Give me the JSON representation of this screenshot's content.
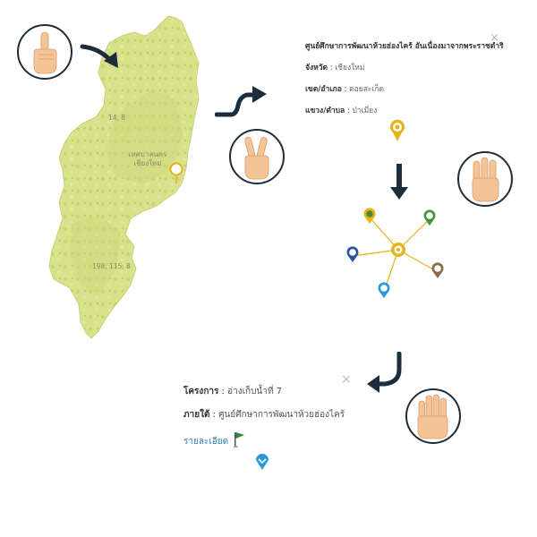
{
  "map": {
    "labels": [
      "14, 8",
      "198, 115, 8"
    ],
    "city": [
      "เทศบาลนคร",
      "เชียงใหม่"
    ]
  },
  "popup1": {
    "title": "ศูนย์ศึกษาการพัฒนาห้วยฮ่องไคร้ อันเนื่องมาจากพระราชดำริ",
    "province_label": "จังหวัด",
    "province_value": "เชียงใหม่",
    "district_label": "เขต/อำเภอ",
    "district_value": "ดอยสะเก็ด",
    "subdistrict_label": "แขวง/ตำบล",
    "subdistrict_value": "ป่าเมี่ยง",
    "close": "×"
  },
  "popup2": {
    "project_label": "โครงการ",
    "project_value": "อ่างเก็บน้ำที่ 7",
    "under_label": "ภายใต้",
    "under_value": "ศูนย์ศึกษาการพัฒนาห้วยฮ่องไคร้",
    "details_link": "รายละเอียด",
    "close": "×"
  },
  "separator": " : ",
  "icons": [
    "hand-one-finger-icon",
    "hand-two-fingers-icon",
    "hand-three-fingers-icon",
    "hand-four-fingers-icon",
    "curved-arrow-icon",
    "down-arrow-icon",
    "map-pin-icon",
    "flag-icon"
  ],
  "colors": {
    "map_fill": "#d8e28a",
    "map_fill_dark": "#c6d477",
    "pin_yellow": "#e7b21a",
    "arrow": "#1c2d3b",
    "hand_circle": "#1f2d3a",
    "skin": "#f4c497",
    "link": "#2a7fc1",
    "flag": "#2e8b3e"
  }
}
